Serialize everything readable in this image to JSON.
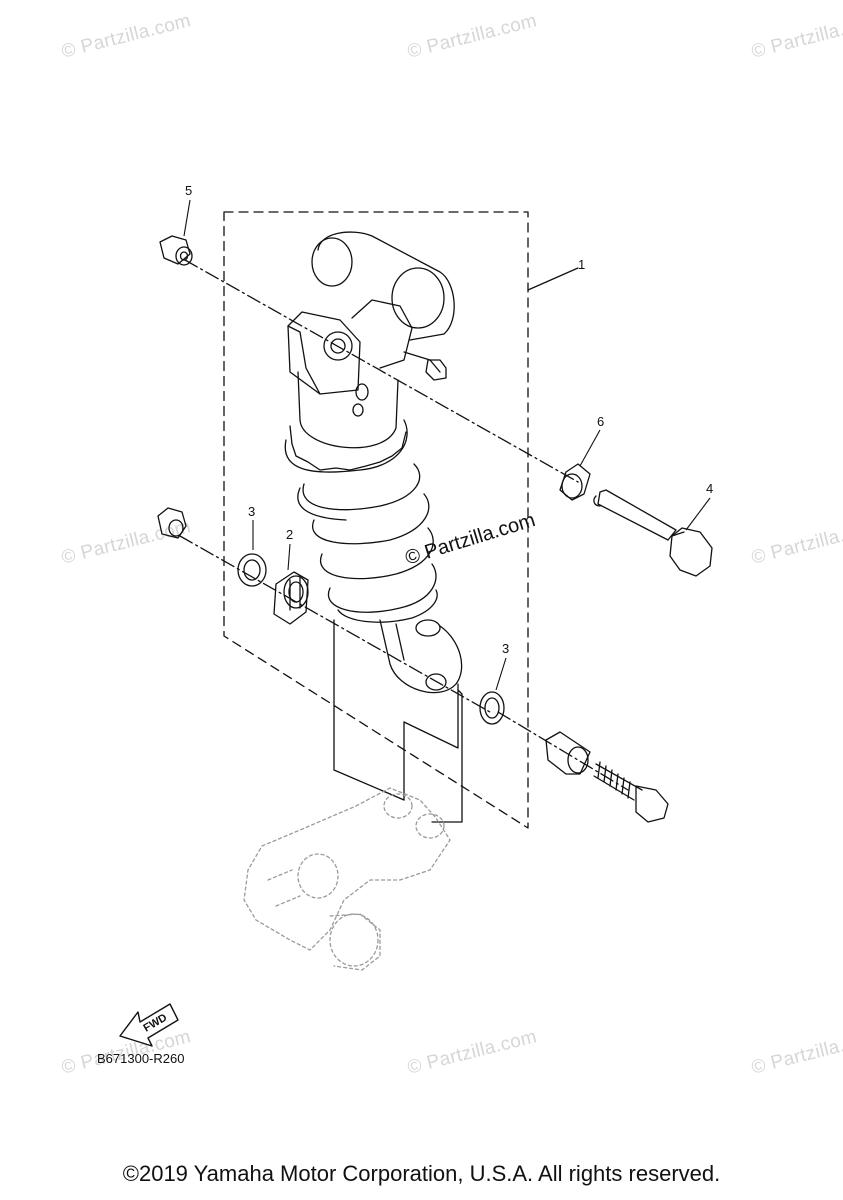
{
  "watermark": {
    "text": "© Partzilla.com",
    "center_text": "© Partzilla.com"
  },
  "callouts": {
    "c1": "1",
    "c2": "2",
    "c3a": "3",
    "c3b": "3",
    "c4": "4",
    "c5": "5",
    "c6": "6"
  },
  "fwd_label": "FWD",
  "reference_code": "B671300-R260",
  "copyright": "©2019 Yamaha Motor Corporation, U.S.A. All rights reserved.",
  "colors": {
    "line": "#111111",
    "ghost_line": "#999999",
    "watermark": "#d6d6d6"
  }
}
